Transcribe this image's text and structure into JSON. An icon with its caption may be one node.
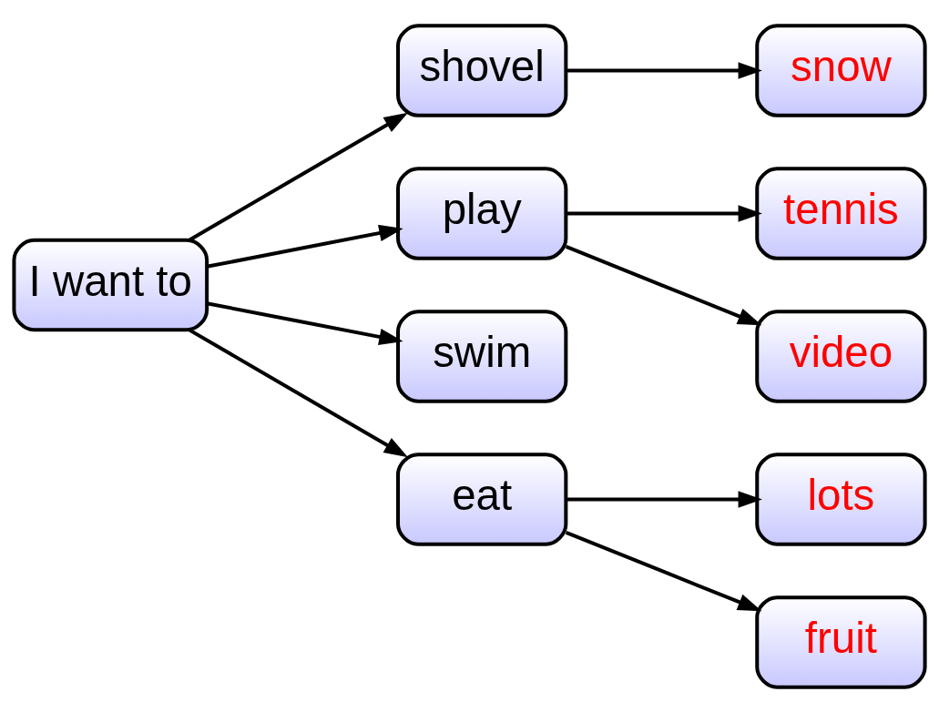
{
  "diagram": {
    "nodes": [
      {
        "text": [
          "I want to"
        ]
      },
      {
        "text": [
          "shovel"
        ]
      },
      {
        "text": [
          "play"
        ]
      },
      {
        "text": [
          "swim"
        ]
      },
      {
        "text": [
          "eat"
        ]
      },
      {
        "text": [
          "snow"
        ]
      },
      {
        "text": [
          "tennis"
        ]
      },
      {
        "text": [
          "video"
        ]
      },
      {
        "text": [
          "lots"
        ]
      },
      {
        "text": [
          "fruit"
        ]
      }
    ],
    "edges": [
      {
        "from": 0,
        "to": 1,
        "arrow": "to"
      },
      {
        "from": 0,
        "to": 2,
        "arrow": "to"
      },
      {
        "from": 0,
        "to": 3,
        "arrow": "to"
      },
      {
        "from": 0,
        "to": 4,
        "arrow": "to"
      },
      {
        "from": 1,
        "to": 5,
        "arrow": "to"
      },
      {
        "from": 2,
        "to": 6,
        "arrow": "to"
      },
      {
        "from": 2,
        "to": 7,
        "arrow": "to"
      },
      {
        "from": 4,
        "to": 8,
        "arrow": "to"
      },
      {
        "from": 4,
        "to": 9,
        "arrow": "to"
      }
    ]
  }
}
